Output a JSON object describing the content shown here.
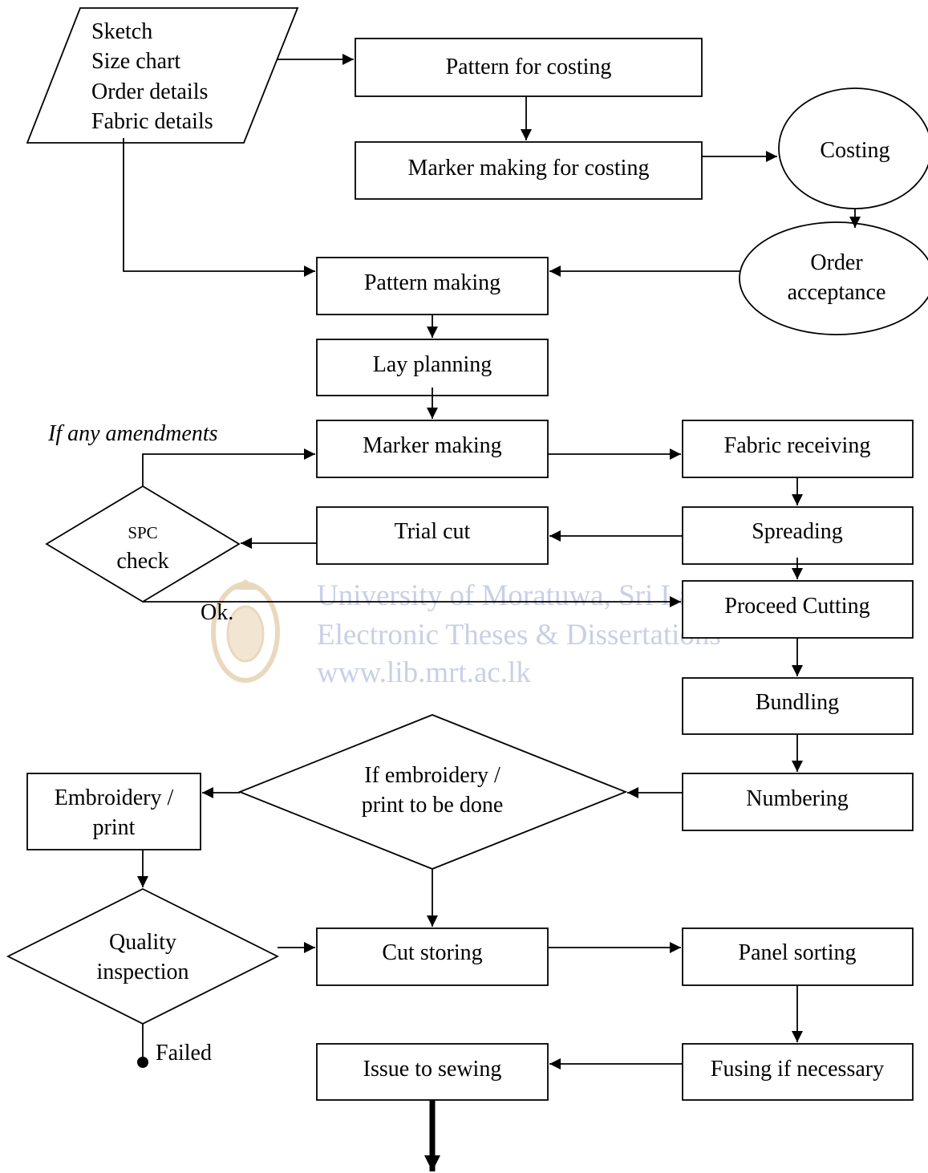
{
  "input_doc": {
    "lines": [
      "Sketch",
      "Size chart",
      "Order details",
      "Fabric details"
    ]
  },
  "nodes": {
    "pattern_costing": "Pattern for costing",
    "marker_costing": "Marker making for costing",
    "costing": "Costing",
    "order_acceptance": [
      "Order",
      "acceptance"
    ],
    "pattern_making": "Pattern making",
    "lay_planning": "Lay planning",
    "marker_making": "Marker making",
    "fabric_receiving": "Fabric receiving",
    "spc_check": [
      "SPC",
      "check"
    ],
    "trial_cut": "Trial cut",
    "spreading": "Spreading",
    "proceed_cutting": "Proceed Cutting",
    "bundling": "Bundling",
    "embroidery_decision": [
      "If embroidery /",
      "print to be done"
    ],
    "numbering": "Numbering",
    "embroidery_print": [
      "Embroidery /",
      "print"
    ],
    "quality_inspection": [
      "Quality",
      "inspection"
    ],
    "cut_storing": "Cut storing",
    "panel_sorting": "Panel sorting",
    "issue_sewing": "Issue to sewing",
    "fusing": "Fusing if necessary"
  },
  "edge_labels": {
    "amendments": "If any amendments",
    "ok": "Ok.",
    "failed": "Failed"
  },
  "watermark": {
    "lines": [
      "University of Moratuwa, Sri Lanka.",
      "Electronic Theses & Dissertations",
      "www.lib.mrt.ac.lk"
    ]
  },
  "colors": {
    "stroke": "#000000",
    "background": "#ffffff",
    "watermark_text": "#c9cfe6",
    "watermark_seal": "#d9b98a"
  }
}
